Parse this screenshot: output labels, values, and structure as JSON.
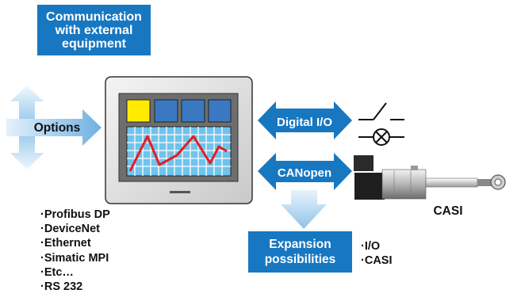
{
  "communication_box": {
    "lines": [
      "Communication",
      "with external",
      "equipment"
    ]
  },
  "options_label": "Options",
  "digital_io_label": "Digital I/O",
  "canopen_label": "CANopen",
  "casi_label": "CASI",
  "expansion_box": {
    "lines": [
      "Expansion",
      "possibilities"
    ]
  },
  "options_list": [
    "Profibus DP",
    "DeviceNet",
    "Ethernet",
    "Simatic MPI",
    "Etc…",
    "RS 232"
  ],
  "expansion_list": [
    "I/O",
    "CASI"
  ],
  "colors": {
    "accent_blue": "#1877c1",
    "arrow_light_blue": "#8fc3ea",
    "screen_yellow": "#ffea00",
    "trend_red": "#e31d25"
  }
}
